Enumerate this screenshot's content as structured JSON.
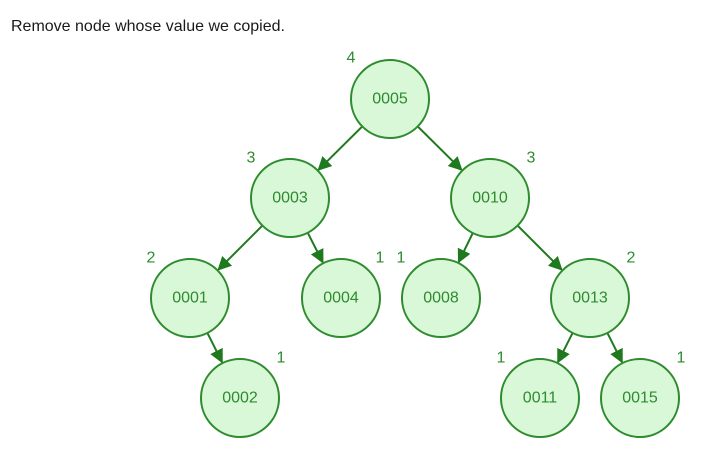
{
  "status": {
    "message": "Remove node whose value we copied."
  },
  "colors": {
    "node_fill": "#d8f8d8",
    "node_stroke": "#2e8b2e",
    "text": "#2e8b2e",
    "edge": "#1f7a1f"
  },
  "tree": {
    "nodes": [
      {
        "id": "n5",
        "value": "0005",
        "height": "4"
      },
      {
        "id": "n3",
        "value": "0003",
        "height": "3"
      },
      {
        "id": "n10",
        "value": "0010",
        "height": "3"
      },
      {
        "id": "n1",
        "value": "0001",
        "height": "2"
      },
      {
        "id": "n4",
        "value": "0004",
        "height": "1"
      },
      {
        "id": "n8",
        "value": "0008",
        "height": "1"
      },
      {
        "id": "n13",
        "value": "0013",
        "height": "2"
      },
      {
        "id": "n2",
        "value": "0002",
        "height": "1"
      },
      {
        "id": "n11",
        "value": "0011",
        "height": "1"
      },
      {
        "id": "n15",
        "value": "0015",
        "height": "1"
      }
    ],
    "edges": [
      {
        "from": "n5",
        "to": "n3"
      },
      {
        "from": "n5",
        "to": "n10"
      },
      {
        "from": "n3",
        "to": "n1"
      },
      {
        "from": "n3",
        "to": "n4"
      },
      {
        "from": "n10",
        "to": "n8"
      },
      {
        "from": "n10",
        "to": "n13"
      },
      {
        "from": "n1",
        "to": "n2"
      },
      {
        "from": "n13",
        "to": "n11"
      },
      {
        "from": "n13",
        "to": "n15"
      }
    ]
  }
}
